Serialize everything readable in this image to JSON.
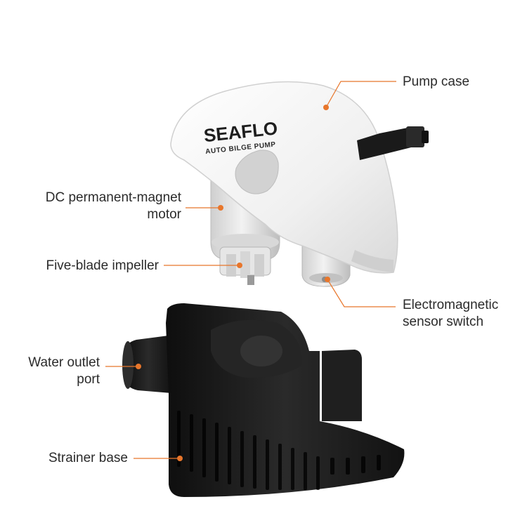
{
  "brand": {
    "logo_text": "SEAFLO",
    "product_line": "AUTO BILGE PUMP"
  },
  "colors": {
    "callout": "#e8762b",
    "label_text": "#2b2b2b",
    "pump_case": "#f2f2f2",
    "motor": "#dcdcdc",
    "strainer": "#1b1b1b"
  },
  "callouts": [
    {
      "id": "pump-case",
      "lines": [
        "Pump case"
      ]
    },
    {
      "id": "dc-motor",
      "lines": [
        "DC permanent-magnet",
        "motor"
      ]
    },
    {
      "id": "impeller",
      "lines": [
        "Five-blade impeller"
      ]
    },
    {
      "id": "sensor-switch",
      "lines": [
        "Electromagnetic",
        "sensor switch"
      ]
    },
    {
      "id": "outlet-port",
      "lines": [
        "Water outlet",
        "port"
      ]
    },
    {
      "id": "strainer-base",
      "lines": [
        "Strainer base"
      ]
    }
  ]
}
